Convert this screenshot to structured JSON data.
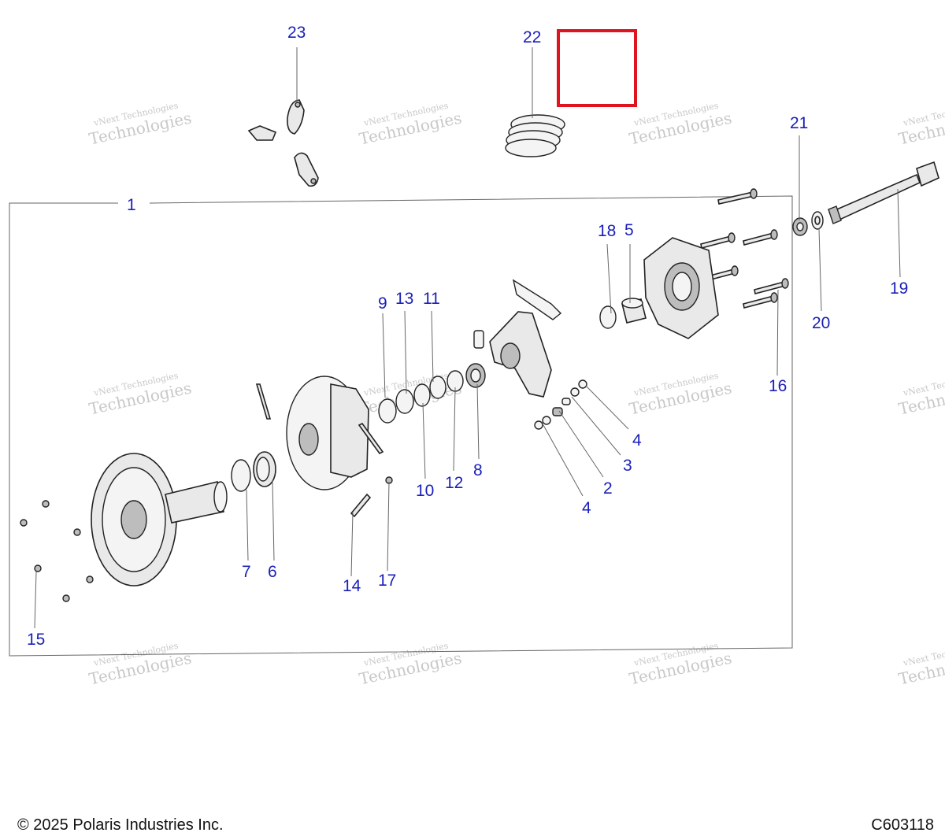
{
  "callouts": {
    "c1": "1",
    "c2": "2",
    "c3": "3",
    "c4a": "4",
    "c4b": "4",
    "c5": "5",
    "c6": "6",
    "c7": "7",
    "c8": "8",
    "c9": "9",
    "c10": "10",
    "c11": "11",
    "c12": "12",
    "c13": "13",
    "c14": "14",
    "c15": "15",
    "c16": "16",
    "c17": "17",
    "c18": "18",
    "c19": "19",
    "c20": "20",
    "c21": "21",
    "c22": "22",
    "c23": "23"
  },
  "watermark": {
    "line1": "vNext Technologies",
    "line2": "Technologies"
  },
  "footer": {
    "copyright": "© 2025 Polaris Industries Inc.",
    "figure_code": "C603118"
  },
  "colors": {
    "callout": "#1a1fb8",
    "highlight": "#e0141e"
  }
}
